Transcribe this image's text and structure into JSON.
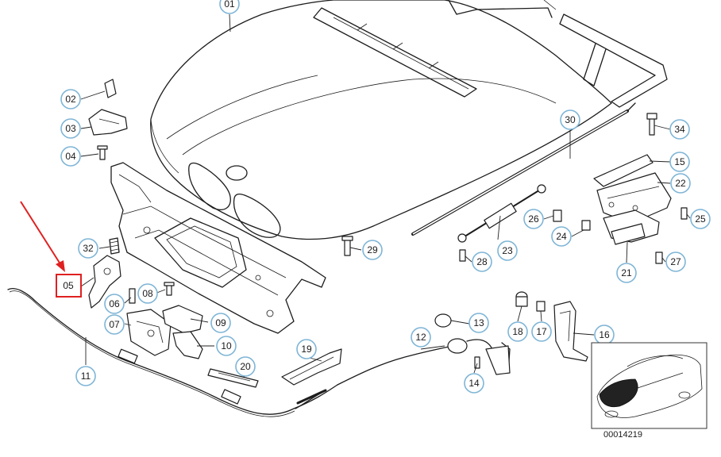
{
  "diagram": {
    "highlighted_part": "05",
    "diagram_id": "00014219",
    "accent_color": "#e02020",
    "callout_color": "#7fb5d6",
    "callouts": [
      "01",
      "02",
      "03",
      "04",
      "05",
      "06",
      "07",
      "08",
      "09",
      "10",
      "11",
      "12",
      "13",
      "14",
      "15",
      "16",
      "17",
      "18",
      "19",
      "20",
      "21",
      "22",
      "23",
      "24",
      "25",
      "26",
      "27",
      "28",
      "29",
      "30",
      "32",
      "34"
    ]
  }
}
